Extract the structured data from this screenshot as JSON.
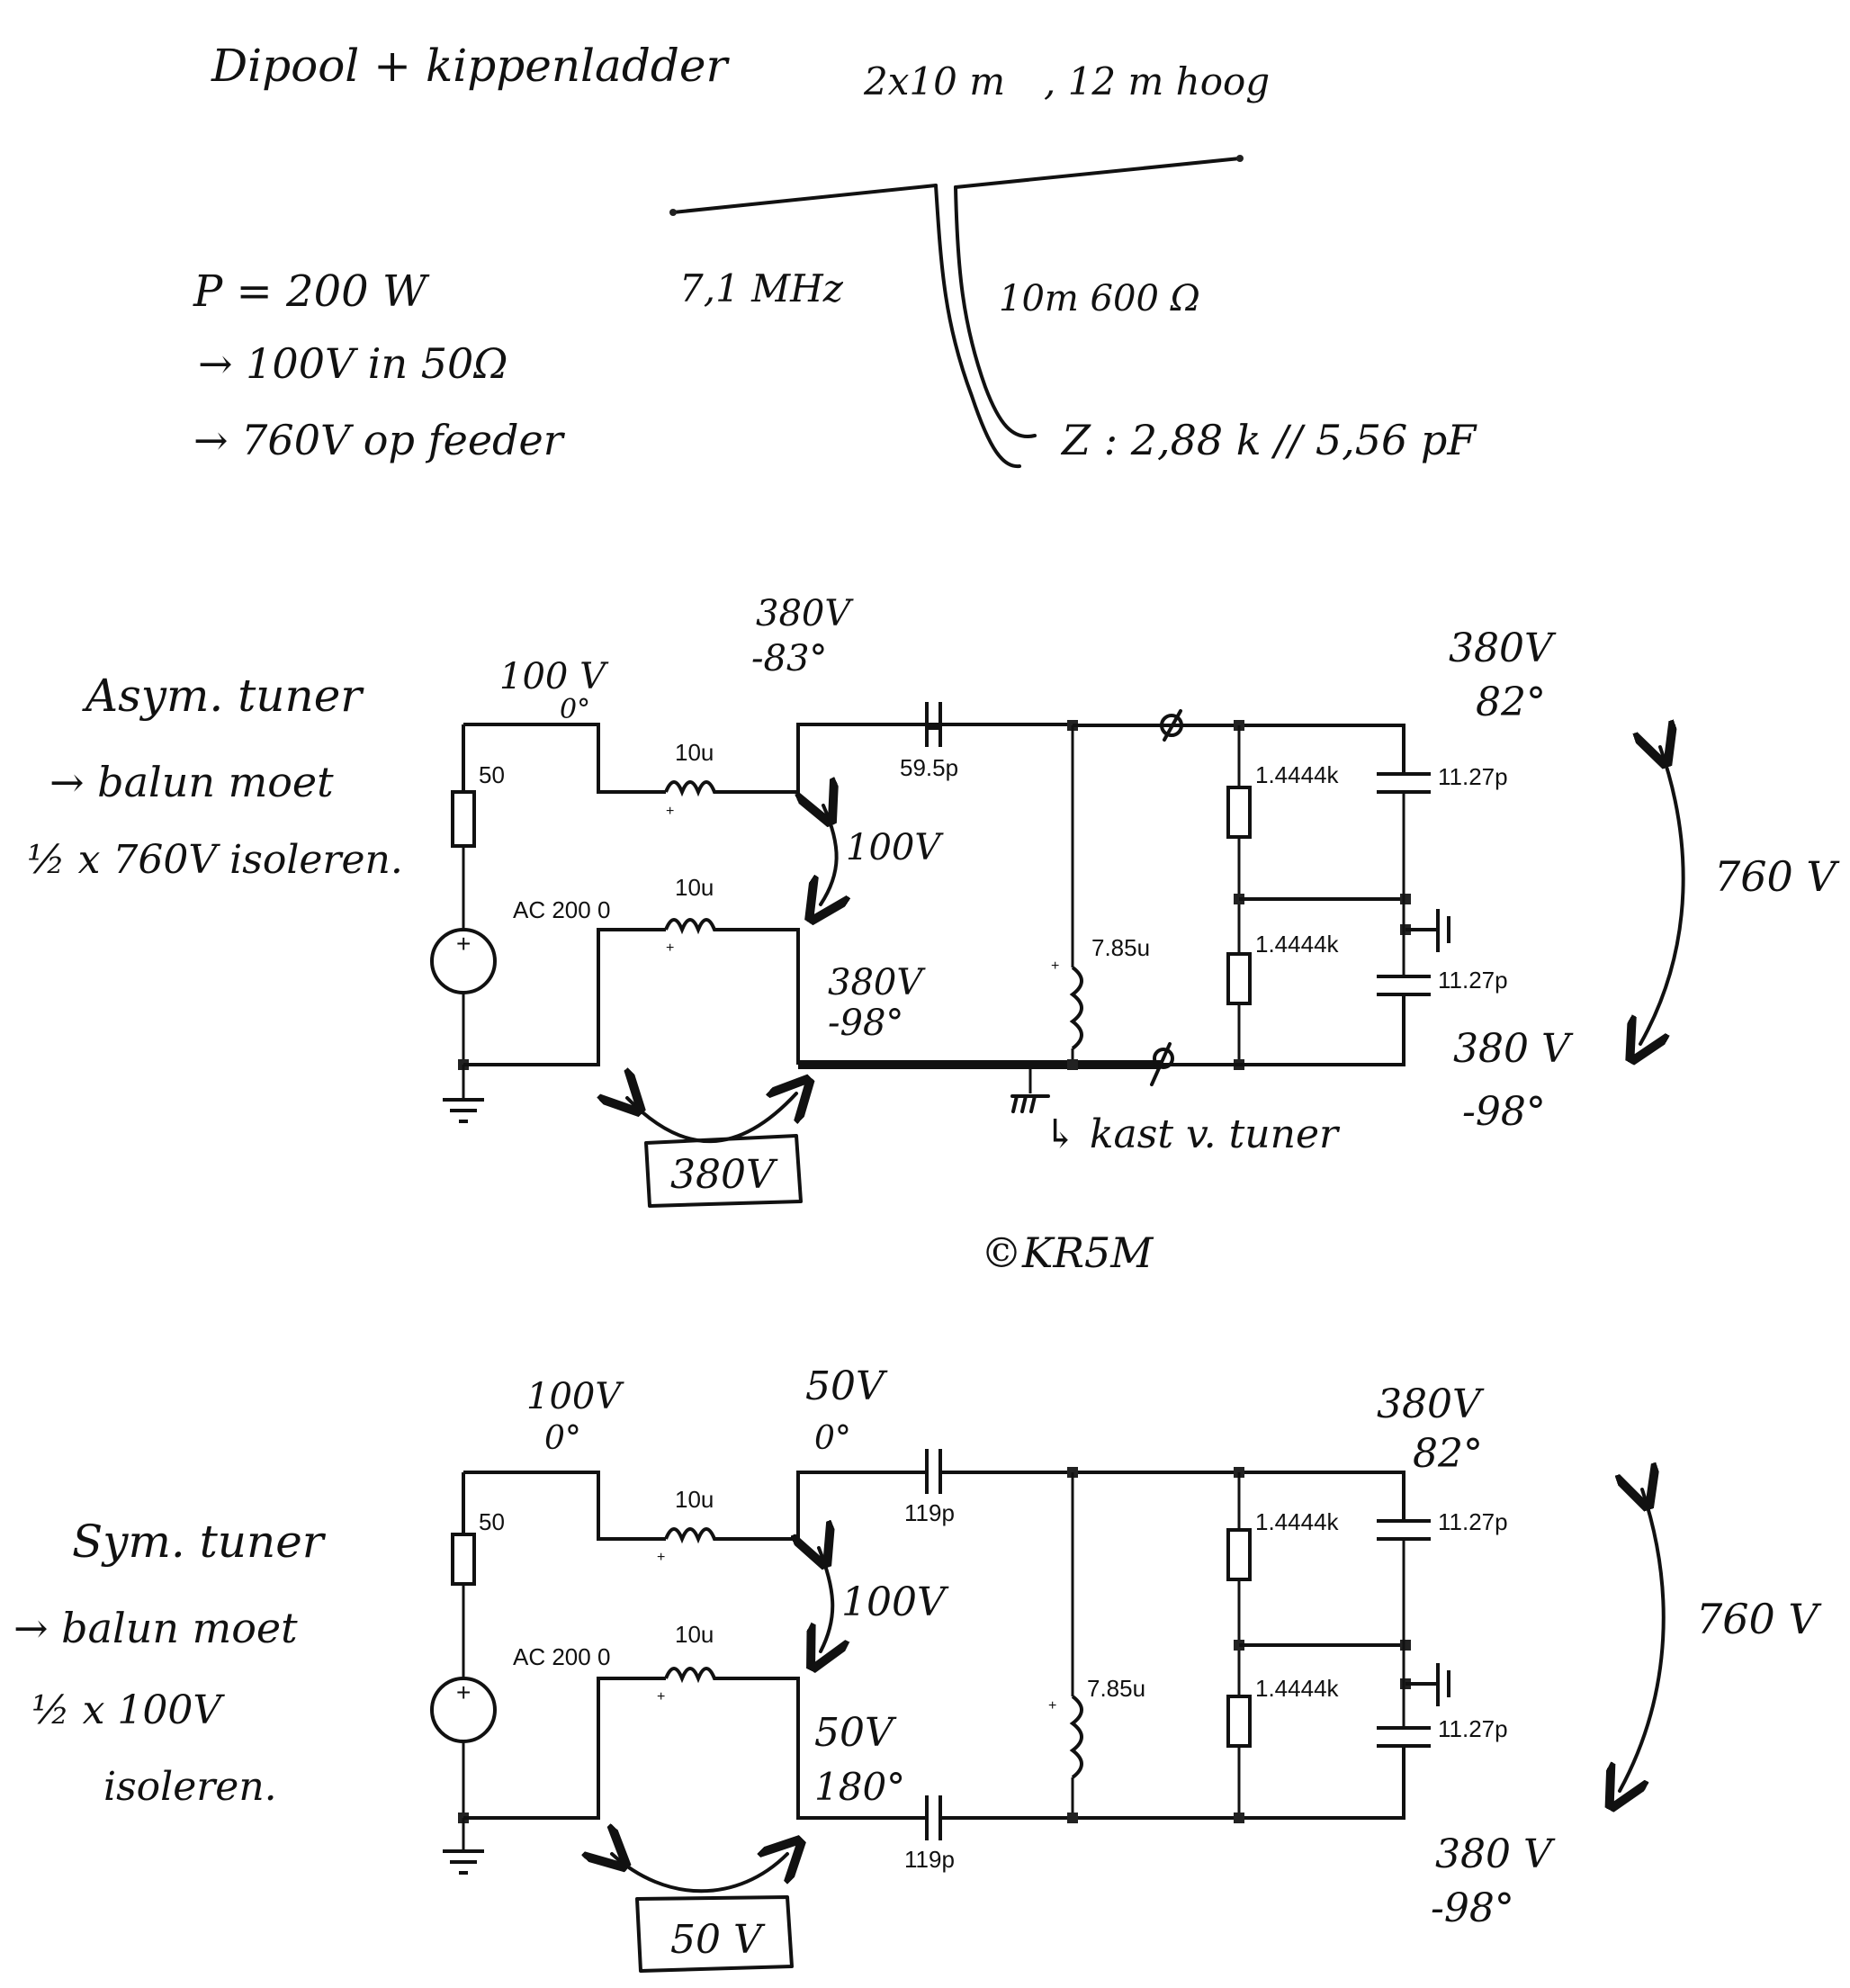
{
  "header": {
    "title": "Dipool + kippenladder",
    "dimensions": "2x10 m",
    "height_note": ", 12 m hoog"
  },
  "antenna": {
    "frequency": "7,1 MHz",
    "feeder": "10m 600 Ω",
    "impedance": "Z :  2,88 k // 5,56 pF"
  },
  "power_notes": [
    "P = 200 W",
    "→ 100V in 50Ω",
    "→ 760V op feeder"
  ],
  "circuit_asym": {
    "side_notes": [
      "Asym. tuner",
      "→ balun moet",
      "½ x  760V isoleren."
    ],
    "source_label": "AC 200 0",
    "source_resistor": "50",
    "inductor_top": "10u",
    "inductor_bottom": "10u",
    "series_cap": "59.5p",
    "shunt_inductor": "7.85u",
    "load_resistor_top": "1.4444k",
    "load_resistor_bottom": "1.4444k",
    "load_cap_top": "11.27p",
    "load_cap_bottom": "11.27p",
    "annotations": {
      "input_voltage": "100 V",
      "input_phase": "0°",
      "cap_node_voltage": "380V",
      "cap_node_phase": "-83°",
      "transformer_voltage": "100V",
      "bottom_node_voltage": "380V",
      "bottom_node_phase": "-98°",
      "common_mode_voltage": "380V",
      "ground_note": "↳ kast v. tuner",
      "out_top_voltage": "380V",
      "out_top_phase": "82°",
      "out_bottom_voltage": "380 V",
      "out_bottom_phase": "-98°",
      "differential_voltage": "760 V"
    }
  },
  "copyright": "©KR5M",
  "circuit_sym": {
    "side_notes": [
      "Sym. tuner",
      "→ balun moet",
      "½ x     100V",
      "isoleren."
    ],
    "source_label": "AC 200 0",
    "source_resistor": "50",
    "inductor_top": "10u",
    "inductor_bottom": "10u",
    "series_cap_top": "119p",
    "series_cap_bottom": "119p",
    "shunt_inductor": "7.85u",
    "load_resistor_top": "1.4444k",
    "load_resistor_bottom": "1.4444k",
    "load_cap_top": "11.27p",
    "load_cap_bottom": "11.27p",
    "annotations": {
      "input_voltage": "100V",
      "input_phase": "0°",
      "top_node_voltage": "50V",
      "top_node_phase": "0°",
      "transformer_voltage": "100V",
      "bottom_node_voltage": "50V",
      "bottom_node_phase": "180°",
      "common_mode_voltage": "50 V",
      "out_top_voltage": "380V",
      "out_top_phase": "82°",
      "out_bottom_voltage": "380 V",
      "out_bottom_phase": "-98°",
      "differential_voltage": "760 V"
    }
  }
}
